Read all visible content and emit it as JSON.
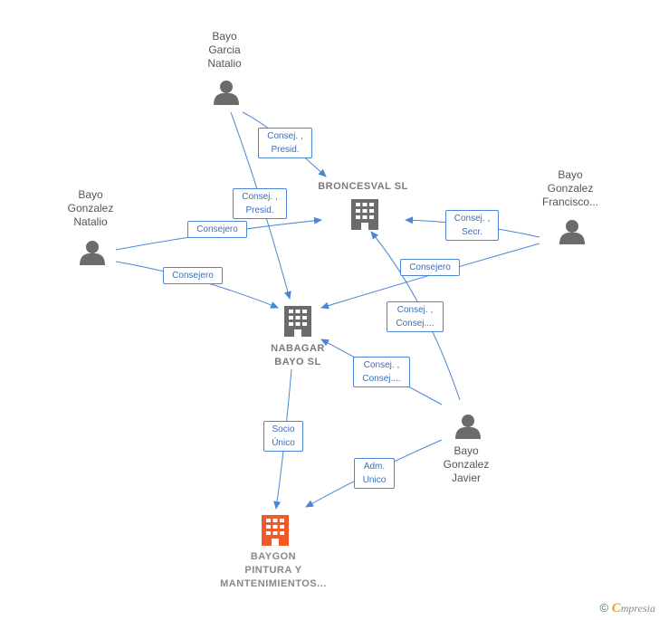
{
  "colors": {
    "edge": "#4a86d4",
    "person_icon": "#6b6b6b",
    "company_icon": "#6b6b6b",
    "main_company_icon": "#f05a28"
  },
  "nodes": {
    "bayo_garcia_natalio": {
      "label_lines": [
        "Bayo",
        "Garcia",
        "Natalio"
      ],
      "icon": "person-icon"
    },
    "bayo_gonzalez_natalio": {
      "label_lines": [
        "Bayo",
        "Gonzalez",
        "Natalio"
      ],
      "icon": "person-icon"
    },
    "bayo_gonzalez_francisco": {
      "label_lines": [
        "Bayo",
        "Gonzalez",
        "Francisco..."
      ],
      "icon": "person-icon"
    },
    "bayo_gonzalez_javier": {
      "label_lines": [
        "Bayo",
        "Gonzalez",
        "Javier"
      ],
      "icon": "person-icon"
    },
    "broncesval": {
      "label_lines": [
        "BRONCESVAL SL"
      ],
      "icon": "building-icon"
    },
    "nabagar": {
      "label_lines": [
        "NABAGAR",
        "BAYO SL"
      ],
      "icon": "building-icon"
    },
    "baygon": {
      "label_lines": [
        "BAYGON",
        "PINTURA Y",
        "MANTENIMIENTOS..."
      ],
      "icon": "building-icon"
    }
  },
  "edges": [
    {
      "id": "garcia_broncesval",
      "label_lines": [
        "Consej. ,",
        "Presid."
      ]
    },
    {
      "id": "garcia_nabagar",
      "label_lines": [
        "Consej. ,",
        "Presid."
      ]
    },
    {
      "id": "gnatalio_broncesval",
      "label_lines": [
        "Consejero"
      ]
    },
    {
      "id": "gnatalio_nabagar",
      "label_lines": [
        "Consejero"
      ]
    },
    {
      "id": "francisco_broncesval",
      "label_lines": [
        "Consej. ,",
        "Secr."
      ]
    },
    {
      "id": "francisco_nabagar",
      "label_lines": [
        "Consejero"
      ]
    },
    {
      "id": "javier_broncesval",
      "label_lines": [
        "Consej. ,",
        "Consej...."
      ]
    },
    {
      "id": "javier_nabagar",
      "label_lines": [
        "Consej. ,",
        "Consej...."
      ]
    },
    {
      "id": "javier_baygon",
      "label_lines": [
        "Adm.",
        "Unico"
      ]
    },
    {
      "id": "nabagar_baygon",
      "label_lines": [
        "Socio",
        "Único"
      ]
    }
  ],
  "footer": {
    "copyright_symbol": "©",
    "brand_first": "C",
    "brand_rest": "mpresia"
  }
}
